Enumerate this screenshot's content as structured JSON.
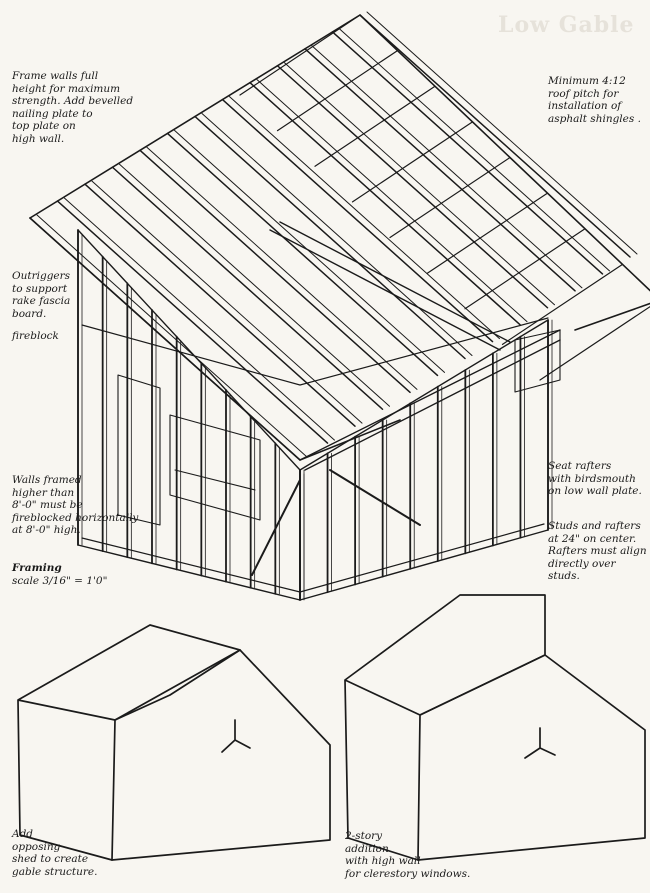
{
  "page": {
    "faint_title": "Low Gable"
  },
  "notes": {
    "frame_walls": "Frame walls full\nheight for maximum\nstrength. Add bevelled\nnailing plate to\ntop plate on\nhigh wall.",
    "roof_pitch": "Minimum 4:12\nroof pitch for\ninstallation of\nasphalt shingles .",
    "outriggers": "Outriggers\nto support\nrake fascia\nboard.",
    "fireblock": "fireblock",
    "walls_framed": "Walls framed\nhigher than\n8'-0\" must be\nfireblocked horizontally\nat 8'-0\" high.",
    "framing_title": "Framing",
    "framing_scale": "scale 3/16\" = 1'0\"",
    "seat_rafters": "Seat rafters\nwith birdsmouth\non low wall plate.",
    "studs_rafters": "Studs and rafters\nat 24\" on center.\nRafters must align\ndirectly over studs.",
    "add_opposing": "Add\nopposing\nshed to create\ngable structure.",
    "two_story": "2-story\naddition\nwith high wall\nfor clerestory windows."
  }
}
